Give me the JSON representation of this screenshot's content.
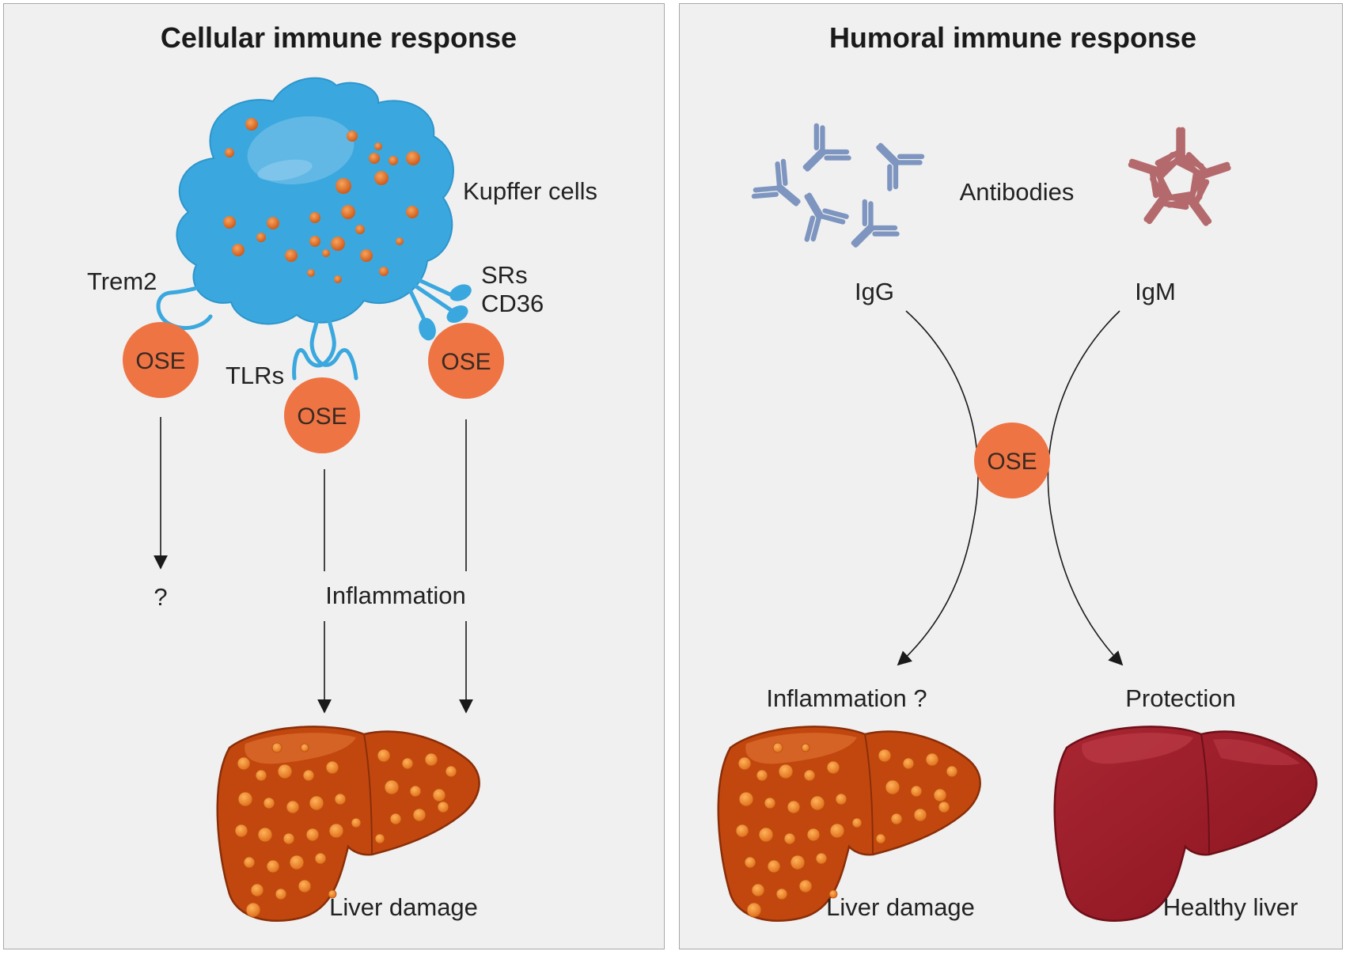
{
  "colors": {
    "panel_bg": "#f0f0f0",
    "kupffer_blue": "#3aa8de",
    "ose_orange": "#ee7444",
    "igg_blue": "#7e95c0",
    "igm_red": "#b46a6c",
    "damaged_liver": "#c2470f",
    "healthy_liver": "#9e1e2a"
  },
  "left_panel": {
    "title": "Cellular immune response",
    "cell_label": "Kupffer cells",
    "receptors": {
      "trem2": "Trem2",
      "tlrs": "TLRs",
      "srs": "SRs",
      "cd36": "CD36"
    },
    "ose_labels": [
      "OSE",
      "OSE",
      "OSE"
    ],
    "unknown_outcome": "?",
    "inflammation": "Inflammation",
    "outcome": "Liver damage"
  },
  "right_panel": {
    "title": "Humoral immune response",
    "antibodies_label": "Antibodies",
    "igg": "IgG",
    "igm": "IgM",
    "ose_label": "OSE",
    "igg_outcome": "Inflammation ?",
    "igm_outcome": "Protection",
    "damaged_liver_label": "Liver damage",
    "healthy_liver_label": "Healthy liver"
  },
  "icons": [
    "kupffer-cell-icon",
    "antibody-icon",
    "damaged-liver-icon",
    "healthy-liver-icon",
    "arrow-icon"
  ]
}
